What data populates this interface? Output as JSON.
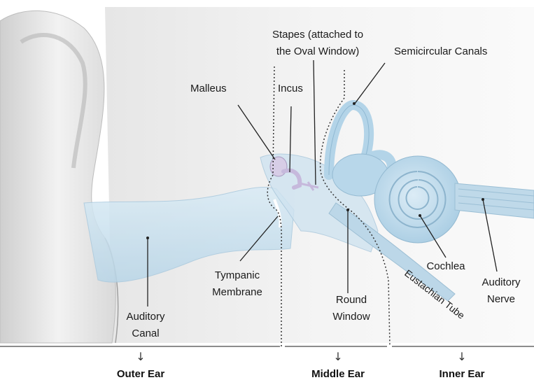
{
  "labels": {
    "stapes_line1": "Stapes (attached to",
    "stapes_line2": "the Oval Window)",
    "semicircular_canals": "Semicircular Canals",
    "malleus": "Malleus",
    "incus": "Incus",
    "tympanic_line1": "Tympanic",
    "tympanic_line2": "Membrane",
    "round_line1": "Round",
    "round_line2": "Window",
    "auditory_canal_line1": "Auditory",
    "auditory_canal_line2": "Canal",
    "cochlea": "Cochlea",
    "auditory_nerve_line1": "Auditory",
    "auditory_nerve_line2": "Nerve",
    "eustachian_tube": "Eustachian Tube"
  },
  "sections": {
    "outer": "Outer Ear",
    "middle": "Middle Ear",
    "inner": "Inner Ear"
  },
  "icons": {
    "down_arrow": "↓"
  },
  "colors": {
    "skin_light": "#eeeeee",
    "skin_shadow": "#c9c9c9",
    "canal_blue": "#cfe4f0",
    "inner_ear_blue": "#b8d8ea",
    "ossicle_lavender": "#d7cde6"
  }
}
